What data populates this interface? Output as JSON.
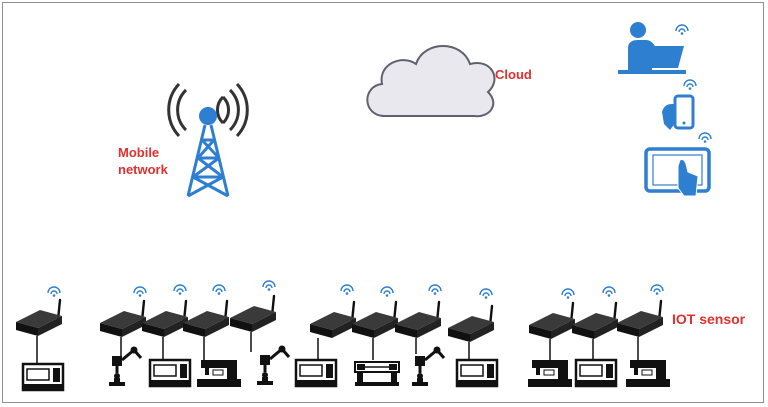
{
  "labels": {
    "cloud": "Cloud",
    "mobile_network_line1": "Mobile",
    "mobile_network_line2": "network",
    "iot_sensor": "IOT sensor"
  },
  "colors": {
    "blue": "#2f7fd0",
    "dark_blue": "#1f5f9f",
    "label_red": "#e03030",
    "cloud_fill": "#e8e8ee",
    "cloud_stroke": "#606070",
    "device_dark": "#1a1a1a"
  },
  "icons": {
    "tower": "cell-tower-icon",
    "cloud": "cloud-icon",
    "user": "laptop-user-icon",
    "phone": "smartphone-icon",
    "tablet": "tablet-icon",
    "sensor": "iot-sensor-icon",
    "machine": "industrial-machine-icon",
    "wifi": "wifi-icon"
  },
  "sensor_groups": [
    {
      "group": 1,
      "machines": [
        "cnc"
      ]
    },
    {
      "group": 2,
      "machines": [
        "robot-arm",
        "cnc",
        "sewing",
        "robot-arm"
      ]
    },
    {
      "group": 3,
      "machines": [
        "cnc",
        "lathe",
        "robot-arm",
        "cnc"
      ]
    },
    {
      "group": 4,
      "machines": [
        "sewing",
        "cnc",
        "sewing"
      ]
    }
  ]
}
